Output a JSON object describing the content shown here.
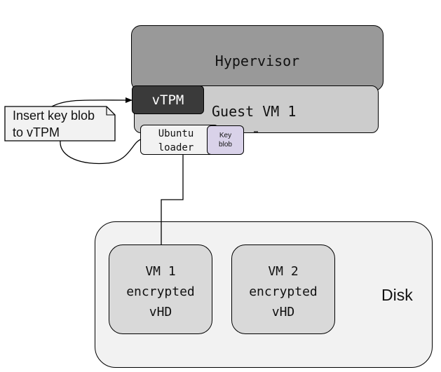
{
  "hypervisor": {
    "label": "Hypervisor"
  },
  "guest_vm": {
    "label": "Guest VM 1"
  },
  "vtpm": {
    "label": "vTPM"
  },
  "ubuntu_loader": {
    "label": "Ubuntu\nloader"
  },
  "key_blob": {
    "label": "Key\nblob"
  },
  "note": {
    "label": "Insert key blob\nto vTPM"
  },
  "disk": {
    "label": "Disk",
    "vhds": [
      {
        "label": "VM 1\nencrypted\nvHD"
      },
      {
        "label": "VM 2\nencrypted\nvHD"
      }
    ]
  }
}
